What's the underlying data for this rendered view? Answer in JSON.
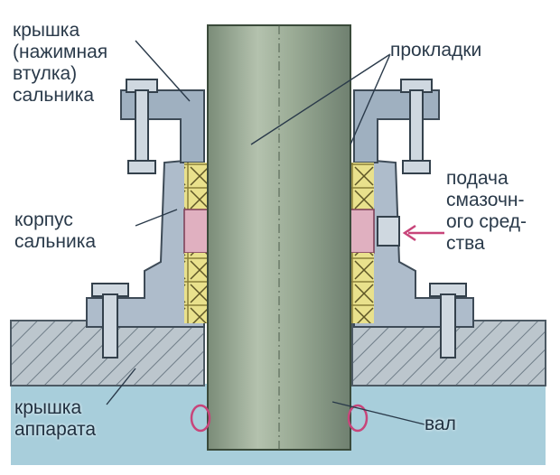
{
  "labels": {
    "cover_gland": [
      "крышка",
      "(нажимная",
      "втулка)",
      "сальника"
    ],
    "gaskets": "прокладки",
    "lubricant_supply": [
      "подача",
      "смазочн-",
      "ого сред-",
      "ства"
    ],
    "gland_body": [
      "корпус",
      "сальника"
    ],
    "apparatus_cover": [
      "крышка",
      "аппарата"
    ],
    "shaft": "вал"
  },
  "colors": {
    "shaft": "#8fa08c",
    "packing": "#e8e08a",
    "metal": "#a9b8c6",
    "hatch_bg": "#b9c4cc",
    "liquid": "#9fc7d6",
    "leader": "#2a3a4a",
    "lube_arrow": "#c8457a"
  },
  "icons": [
    "bolt-icon",
    "arrow-icon"
  ]
}
